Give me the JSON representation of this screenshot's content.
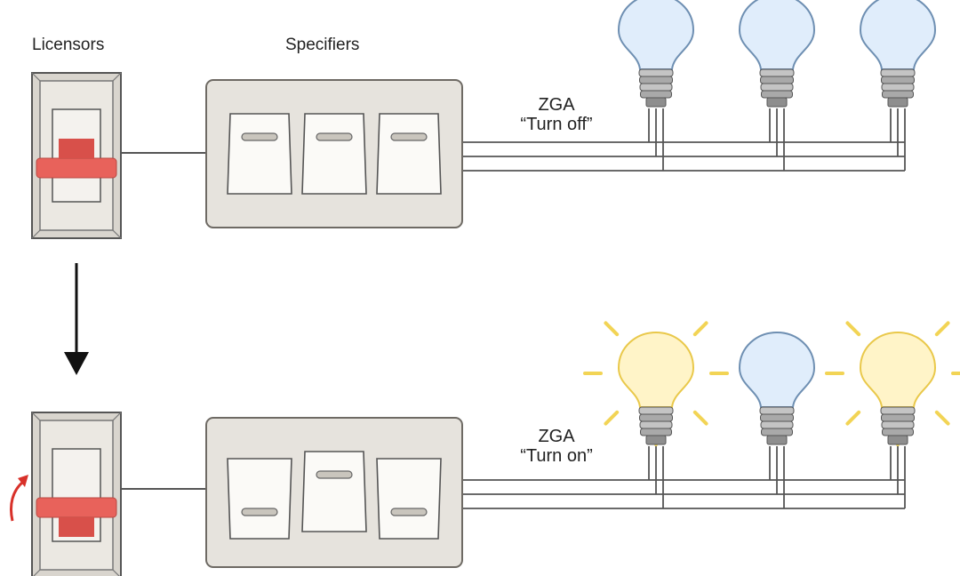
{
  "labels": {
    "licensors": "Licensors",
    "specifiers": "Specifiers"
  },
  "panels": [
    {
      "state": "off",
      "zga_name": "ZGA",
      "zga_message": "“Turn off”",
      "lever_position": "up",
      "rockers": [
        "up",
        "up",
        "up"
      ],
      "bulbs": [
        "off",
        "off",
        "off"
      ]
    },
    {
      "state": "on",
      "zga_name": "ZGA",
      "zga_message": "“Turn on”",
      "lever_position": "down",
      "rockers": [
        "down",
        "up",
        "down"
      ],
      "bulbs": [
        "on",
        "off",
        "on"
      ]
    }
  ],
  "colors": {
    "plate_fill": "#e6e3dd",
    "plate_stroke": "#6e6a64",
    "lever": "#e8625b",
    "lever_dark": "#d8504a",
    "bulb_off_fill": "#e0edfb",
    "bulb_off_stroke": "#6e8fb2",
    "bulb_on_fill": "#fff4c8",
    "bulb_on_stroke": "#e9c84a",
    "ray": "#f2d455",
    "wire": "#555555",
    "arrow": "#111111",
    "curved_arrow": "#d8312a"
  }
}
